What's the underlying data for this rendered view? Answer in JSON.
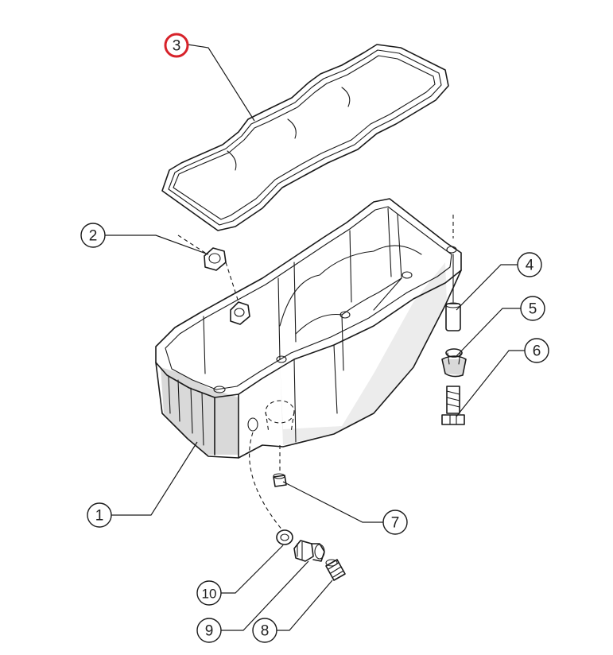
{
  "callouts": [
    {
      "label": "1"
    },
    {
      "label": "2"
    },
    {
      "label": "3",
      "highlighted": true
    },
    {
      "label": "4"
    },
    {
      "label": "5"
    },
    {
      "label": "6"
    },
    {
      "label": "7"
    },
    {
      "label": "8"
    },
    {
      "label": "9"
    },
    {
      "label": "10"
    }
  ],
  "colors": {
    "line": "#1a1a1a",
    "highlight_ring": "#d7222a",
    "background": "#ffffff"
  }
}
